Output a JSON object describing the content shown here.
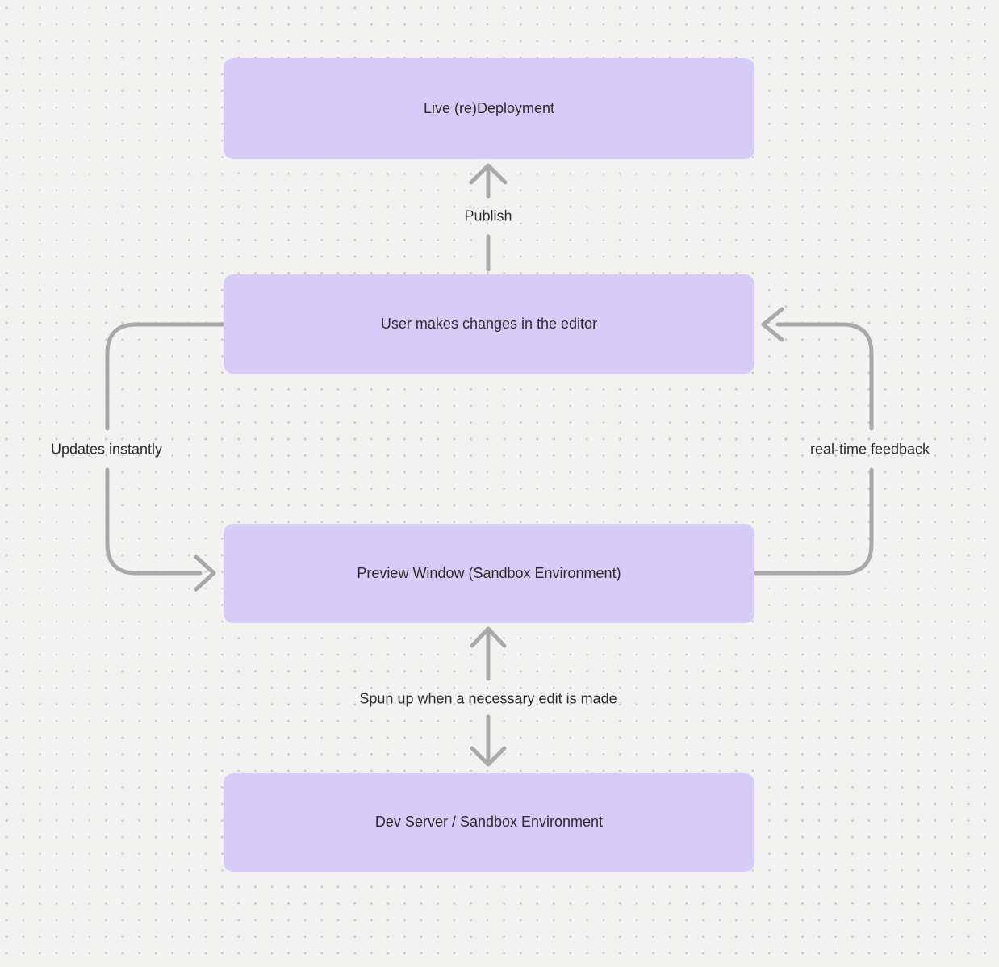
{
  "diagram": {
    "background_color": "#f2f2f1",
    "dot_grid_color": "#c7c7c7",
    "node_fill_color": "#d7ccf8",
    "arrow_color": "#a9a9a9",
    "text_color": "#2d2d2d",
    "nodes": [
      {
        "id": "live-redeployment",
        "label": "Live (re)Deployment"
      },
      {
        "id": "user-editor",
        "label": "User makes changes in the editor"
      },
      {
        "id": "preview-window",
        "label": "Preview Window (Sandbox Environment)"
      },
      {
        "id": "dev-server",
        "label": "Dev Server / Sandbox Environment"
      }
    ],
    "edge_labels": {
      "publish": "Publish",
      "updates_instantly": "Updates instantly",
      "realtime_feedback": "real-time feedback",
      "spun_up": "Spun up when a necessary edit is made"
    }
  }
}
